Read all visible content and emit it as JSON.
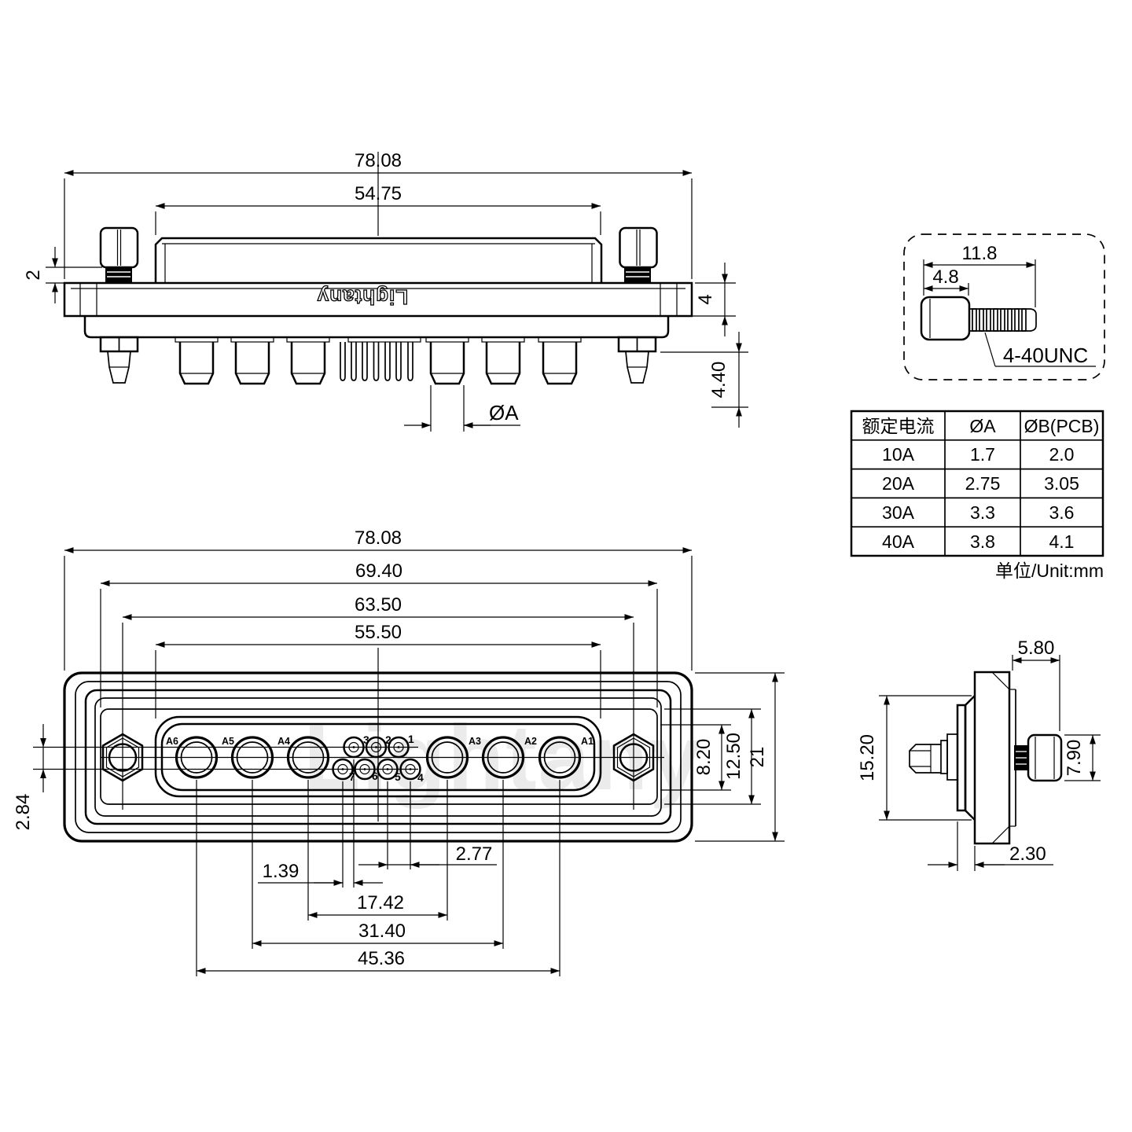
{
  "brand": {
    "flange_logo": "Lightany",
    "watermark": "Lightany"
  },
  "views": {
    "side_top": {
      "dims": {
        "overall_width": "78.08",
        "shell_width": "54.75",
        "thread_exposed": "2",
        "flange_thickness": "4",
        "pin_tail_length": "4.40",
        "pin_diameter_label": "ØA"
      }
    },
    "screw_detail": {
      "dims": {
        "overall_length": "11.8",
        "head_length": "4.8"
      },
      "thread_label": "4-40UNC"
    },
    "front": {
      "dims": {
        "overall_width": "78.08",
        "gasket_width": "69.40",
        "mount_hole_spacing": "63.50",
        "shell_opening_width": "55.50",
        "row_offset": "2.84",
        "small_pin_pitch": "2.77",
        "row_stagger": "1.39",
        "pitch_a4_a3": "17.42",
        "pitch_a5_a2": "31.40",
        "pitch_a6_a1": "45.36",
        "opening_height": "8.20",
        "insert_height": "12.50",
        "face_height": "21"
      },
      "pins": {
        "large": [
          "A6",
          "A5",
          "A4",
          "A3",
          "A2",
          "A1"
        ],
        "small_top": [
          "3",
          "2",
          "1"
        ],
        "small_bottom": [
          "7",
          "6",
          "5",
          "4"
        ]
      }
    },
    "side_right": {
      "dims": {
        "screw_protrusion": "5.80",
        "shell_height": "15.20",
        "screw_head_height": "7.90",
        "plate_offset": "2.30"
      }
    }
  },
  "table": {
    "headers": [
      "额定电流",
      "ØA",
      "ØB(PCB)"
    ],
    "rows": [
      [
        "10A",
        "1.7",
        "2.0"
      ],
      [
        "20A",
        "2.75",
        "3.05"
      ],
      [
        "30A",
        "3.3",
        "3.6"
      ],
      [
        "40A",
        "3.8",
        "4.1"
      ]
    ],
    "unit_note": "单位/Unit:mm"
  }
}
